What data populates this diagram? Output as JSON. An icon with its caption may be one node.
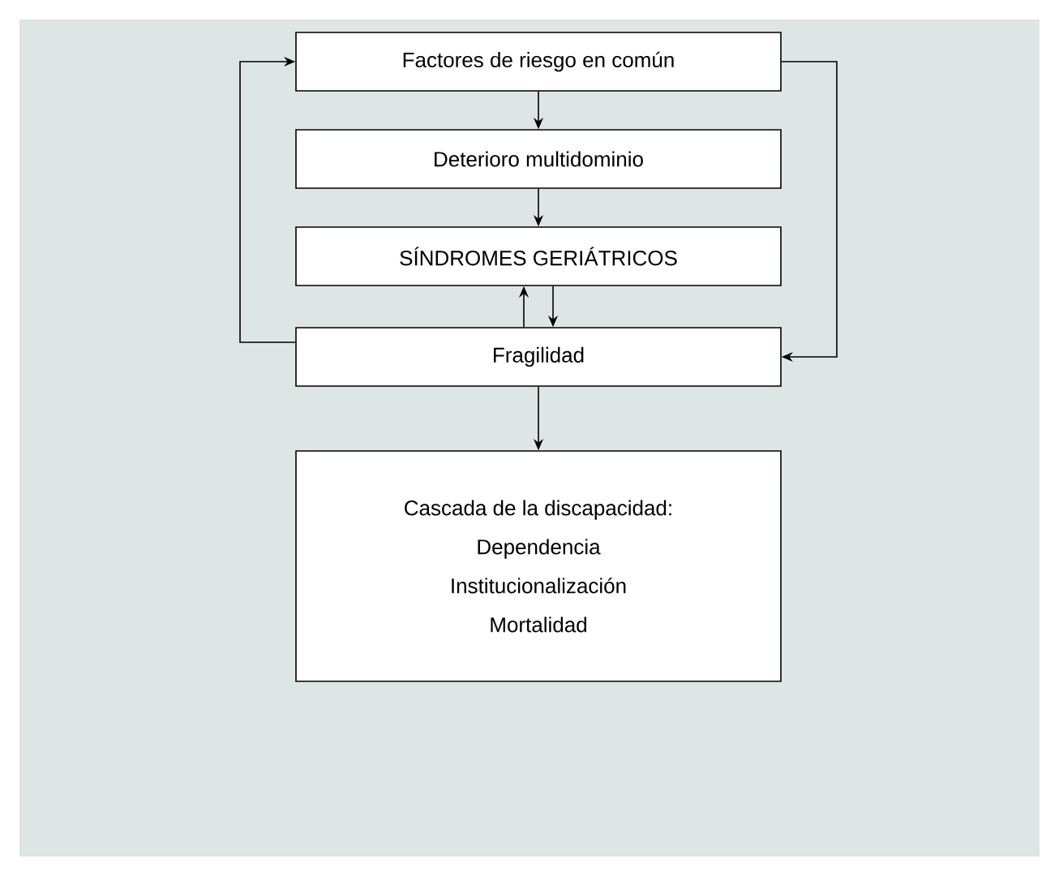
{
  "diagram": {
    "nodes": [
      {
        "text": [
          "Factores de riesgo en común"
        ]
      },
      {
        "text": [
          "Deterioro multidominio"
        ]
      },
      {
        "text": [
          "SÍNDROMES GERIÁTRICOS"
        ]
      },
      {
        "text": [
          "Fragilidad"
        ]
      },
      {
        "text": [
          "Cascada de la discapacidad:",
          "Dependencia",
          "Institucionalización",
          "Mortalidad"
        ]
      }
    ],
    "edges": [
      {
        "from": 0,
        "to": 1,
        "arrow": "to"
      },
      {
        "from": 1,
        "to": 2,
        "arrow": "to"
      },
      {
        "from": 2,
        "to": 3,
        "arrow": "to"
      },
      {
        "from": 3,
        "to": 2,
        "arrow": "to"
      },
      {
        "from": 3,
        "to": 0,
        "arrow": "to"
      },
      {
        "from": 0,
        "to": 3,
        "arrow": "to"
      },
      {
        "from": 3,
        "to": 4,
        "arrow": "to"
      }
    ]
  }
}
